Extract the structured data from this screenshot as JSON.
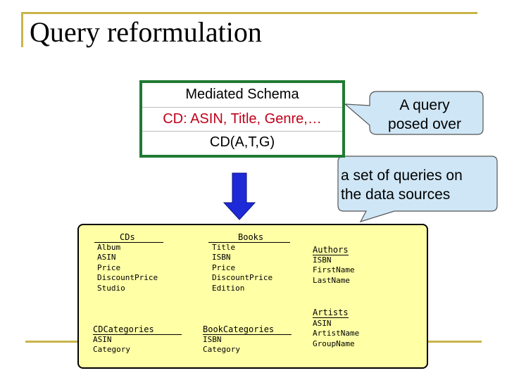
{
  "slide": {
    "title": "Query reformulation"
  },
  "mediated_schema": {
    "rows": [
      "Mediated Schema",
      "CD: ASIN, Title, Genre,…",
      "CD(A,T,G)"
    ]
  },
  "callouts": {
    "query": [
      "A query",
      "posed over"
    ],
    "reformulated": [
      "a set of queries on",
      "the data sources"
    ]
  },
  "colors": {
    "schema_border": "#1f7a33",
    "schema_highlight": "#c0001a",
    "arrow": "#1e2ad8",
    "callout_fill": "#cfe6f6",
    "sources_fill": "#ffffa6",
    "frame": "#c9b44a"
  },
  "sources": {
    "cds": {
      "title": "CDs",
      "fields": [
        "Album",
        "ASIN",
        "Price",
        "DiscountPrice",
        "Studio"
      ]
    },
    "books": {
      "title": "Books",
      "fields": [
        "Title",
        "ISBN",
        "Price",
        "DiscountPrice",
        "Edition"
      ]
    },
    "authors": {
      "title": "Authors",
      "fields": [
        "ISBN",
        "FirstName",
        "LastName"
      ]
    },
    "cdcategories": {
      "title": "CDCategories",
      "fields": [
        "ASIN",
        "Category"
      ]
    },
    "bookcategories": {
      "title": "BookCategories",
      "fields": [
        "ISBN",
        "Category"
      ]
    },
    "artists": {
      "title": "Artists",
      "fields": [
        "ASIN",
        "ArtistName",
        "GroupName"
      ]
    }
  }
}
